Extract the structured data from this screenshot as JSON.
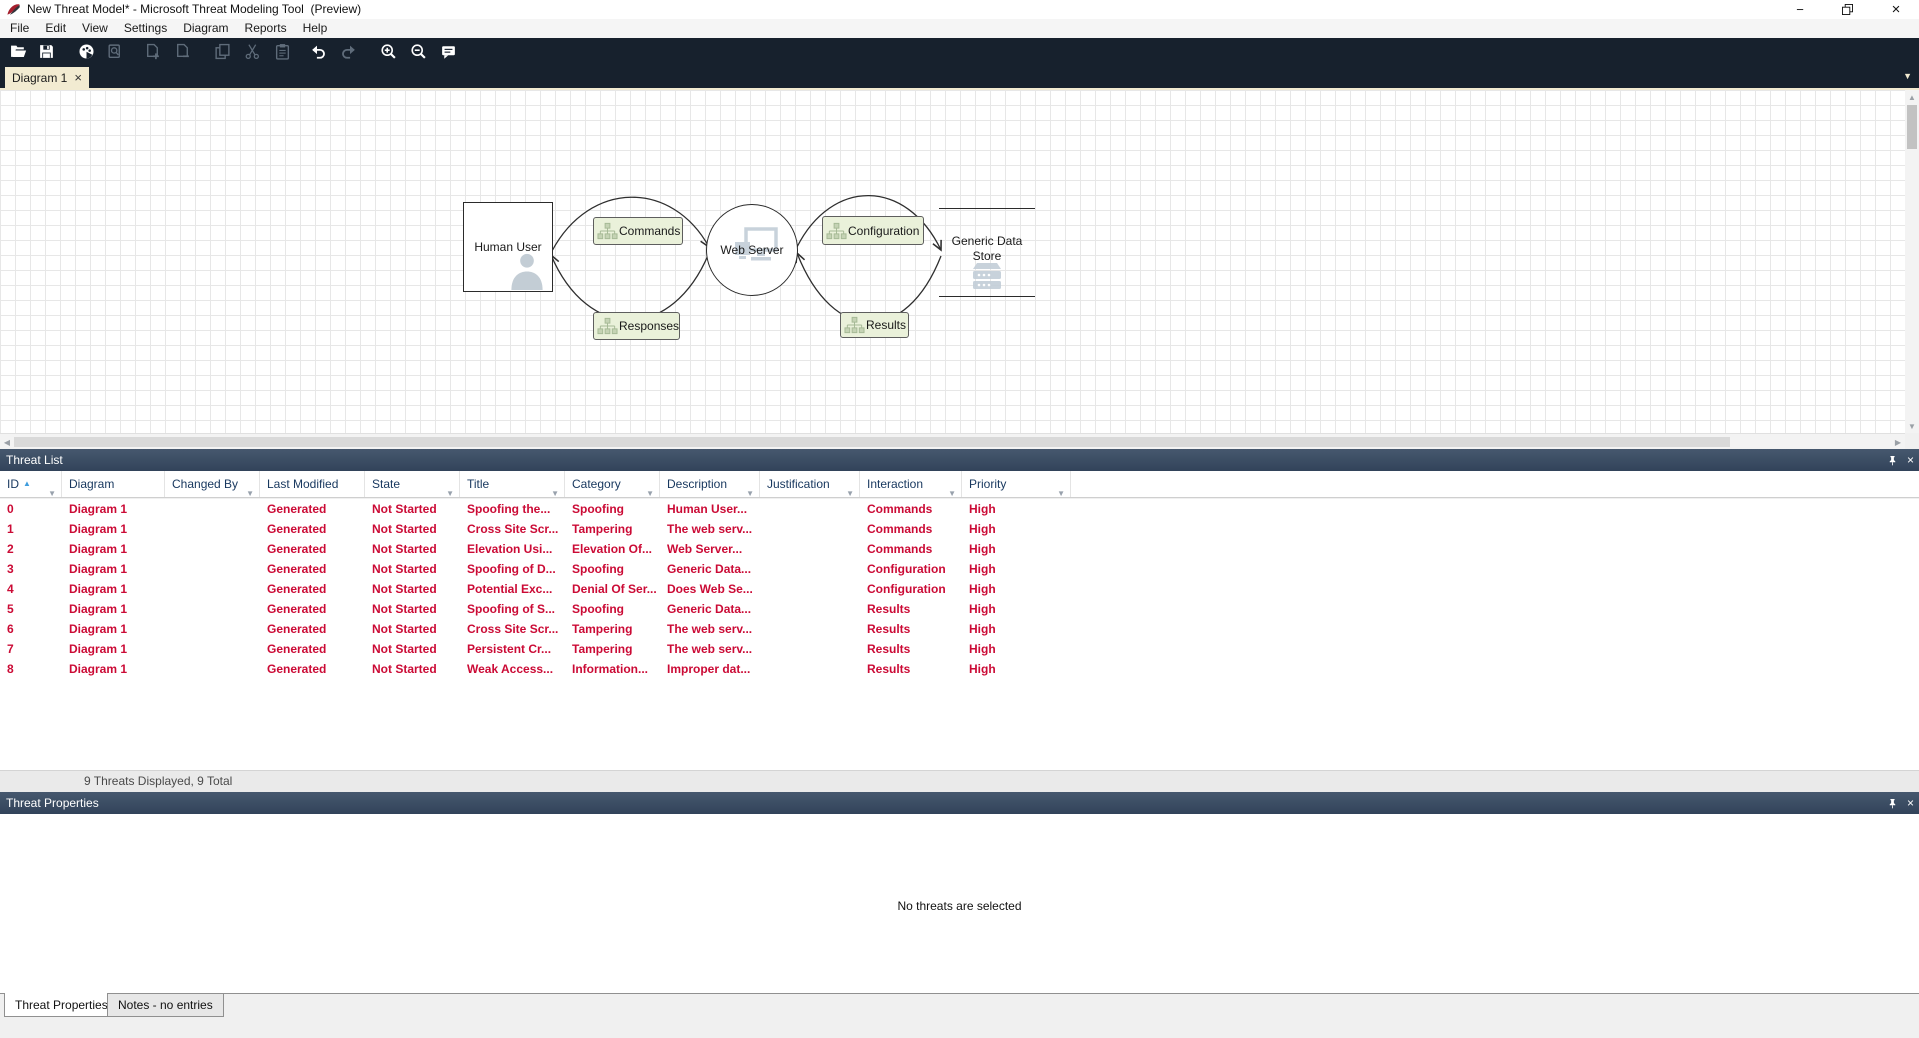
{
  "window": {
    "title": "New Threat Model* - Microsoft Threat Modeling Tool  (Preview)",
    "controls": {
      "minimize": "minimize",
      "restore": "restore",
      "close": "close"
    }
  },
  "menubar": {
    "items": [
      "File",
      "Edit",
      "View",
      "Settings",
      "Diagram",
      "Reports",
      "Help"
    ]
  },
  "toolbar": {
    "buttons": [
      {
        "name": "open",
        "enabled": true
      },
      {
        "name": "save",
        "enabled": true
      },
      {
        "name": "report",
        "enabled": true
      },
      {
        "name": "analyze",
        "enabled": false
      },
      {
        "name": "add-diagram",
        "enabled": false
      },
      {
        "name": "remove-diagram",
        "enabled": false
      },
      {
        "name": "copy",
        "enabled": false
      },
      {
        "name": "cut",
        "enabled": false
      },
      {
        "name": "paste",
        "enabled": false
      },
      {
        "name": "undo",
        "enabled": true
      },
      {
        "name": "redo",
        "enabled": false
      },
      {
        "name": "zoom-in",
        "enabled": true
      },
      {
        "name": "zoom-out",
        "enabled": true
      },
      {
        "name": "feedback",
        "enabled": true
      }
    ]
  },
  "tabs": {
    "active": "Diagram 1",
    "close_glyph": "×"
  },
  "diagram": {
    "nodes": {
      "human_user": "Human User",
      "web_server": "Web Server",
      "data_store_line1": "Generic Data",
      "data_store_line2": "Store"
    },
    "flows": {
      "commands": "Commands",
      "responses": "Responses",
      "configuration": "Configuration",
      "results": "Results"
    }
  },
  "threat_list": {
    "title": "Threat List",
    "columns": [
      {
        "label": "ID",
        "filter": true,
        "sort": "asc"
      },
      {
        "label": "Diagram",
        "filter": false,
        "sort": null
      },
      {
        "label": "Changed By",
        "filter": true,
        "sort": null
      },
      {
        "label": "Last Modified",
        "filter": false,
        "sort": null
      },
      {
        "label": "State",
        "filter": true,
        "sort": null
      },
      {
        "label": "Title",
        "filter": true,
        "sort": null
      },
      {
        "label": "Category",
        "filter": true,
        "sort": null
      },
      {
        "label": "Description",
        "filter": true,
        "sort": null
      },
      {
        "label": "Justification",
        "filter": true,
        "sort": null
      },
      {
        "label": "Interaction",
        "filter": true,
        "sort": null
      },
      {
        "label": "Priority",
        "filter": true,
        "sort": null
      }
    ],
    "rows": [
      [
        "0",
        "Diagram 1",
        "",
        "Generated",
        "Not Started",
        "Spoofing the...",
        "Spoofing",
        "Human User...",
        "",
        "Commands",
        "High"
      ],
      [
        "1",
        "Diagram 1",
        "",
        "Generated",
        "Not Started",
        "Cross Site Scr...",
        "Tampering",
        "The web serv...",
        "",
        "Commands",
        "High"
      ],
      [
        "2",
        "Diagram 1",
        "",
        "Generated",
        "Not Started",
        "Elevation Usi...",
        "Elevation Of...",
        "Web Server...",
        "",
        "Commands",
        "High"
      ],
      [
        "3",
        "Diagram 1",
        "",
        "Generated",
        "Not Started",
        "Spoofing of D...",
        "Spoofing",
        "Generic Data...",
        "",
        "Configuration",
        "High"
      ],
      [
        "4",
        "Diagram 1",
        "",
        "Generated",
        "Not Started",
        "Potential Exc...",
        "Denial Of Ser...",
        "Does Web Se...",
        "",
        "Configuration",
        "High"
      ],
      [
        "5",
        "Diagram 1",
        "",
        "Generated",
        "Not Started",
        "Spoofing of S...",
        "Spoofing",
        "Generic Data...",
        "",
        "Results",
        "High"
      ],
      [
        "6",
        "Diagram 1",
        "",
        "Generated",
        "Not Started",
        "Cross Site Scr...",
        "Tampering",
        "The web serv...",
        "",
        "Results",
        "High"
      ],
      [
        "7",
        "Diagram 1",
        "",
        "Generated",
        "Not Started",
        "Persistent Cr...",
        "Tampering",
        "The web serv...",
        "",
        "Results",
        "High"
      ],
      [
        "8",
        "Diagram 1",
        "",
        "Generated",
        "Not Started",
        "Weak Access...",
        "Information...",
        "Improper dat...",
        "",
        "Results",
        "High"
      ]
    ],
    "status": "9 Threats Displayed, 9 Total"
  },
  "threat_properties": {
    "title": "Threat Properties",
    "empty_message": "No threats are selected"
  },
  "bottom_tabs": {
    "active": "Threat Properties",
    "inactive": "Notes - no entries"
  },
  "colors": {
    "toolbar_dark": "#17212d",
    "tab_cream": "#f2ebd1",
    "row_red": "#cb0a35",
    "panel_header_top": "#46586e",
    "panel_header_bottom": "#32435a",
    "flow_label_bg": "#eaf1da",
    "pale_node_icon": "#c3ced8"
  }
}
